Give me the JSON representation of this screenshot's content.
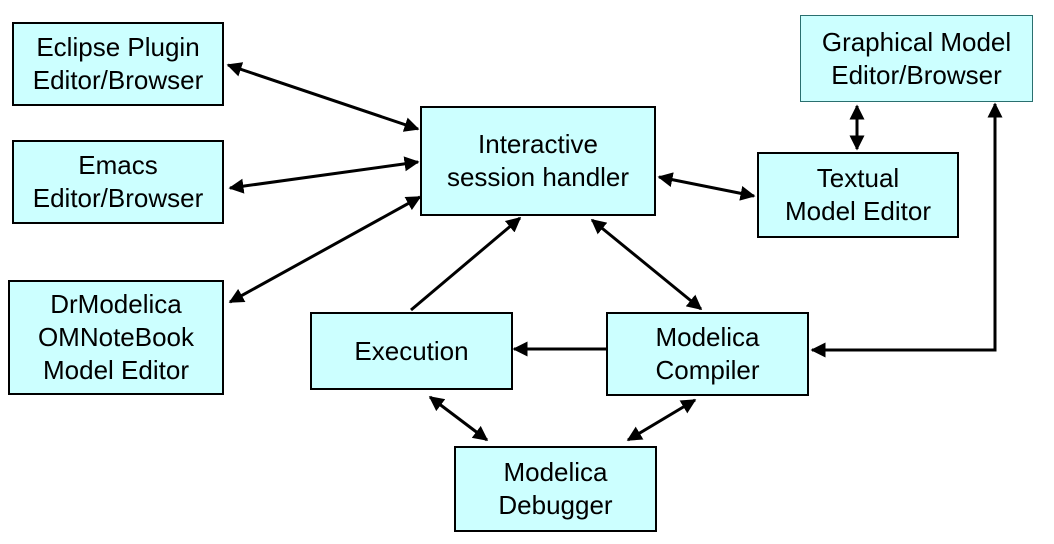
{
  "nodes": {
    "eclipse": {
      "lines": [
        "Eclipse Plugin",
        "Editor/Browser"
      ]
    },
    "emacs": {
      "lines": [
        "Emacs",
        "Editor/Browser"
      ]
    },
    "drmodelica": {
      "lines": [
        "DrModelica",
        "OMNoteBook",
        "Model Editor"
      ]
    },
    "interactive": {
      "lines": [
        "Interactive",
        "session handler"
      ]
    },
    "graphical": {
      "lines": [
        "Graphical Model",
        "Editor/Browser"
      ]
    },
    "textual": {
      "lines": [
        "Textual",
        "Model Editor"
      ]
    },
    "execution": {
      "lines": [
        "Execution"
      ]
    },
    "compiler": {
      "lines": [
        "Modelica",
        "Compiler"
      ]
    },
    "debugger": {
      "lines": [
        "Modelica",
        "Debugger"
      ]
    }
  },
  "colors": {
    "box_fill": "#ccffff",
    "stroke": "#000000"
  }
}
